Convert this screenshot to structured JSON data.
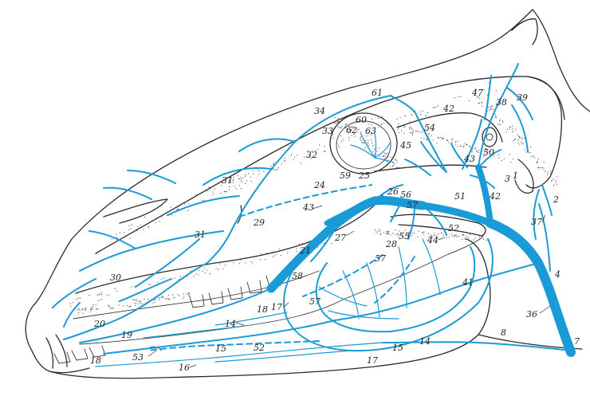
{
  "figure": {
    "vessel_color": "#1a9ad6",
    "outline_color": "#2a2a2a",
    "labels": [
      {
        "id": "l1",
        "text": "1"
      },
      {
        "id": "l2",
        "text": "2"
      },
      {
        "id": "l3",
        "text": "3"
      },
      {
        "id": "l4",
        "text": "4"
      },
      {
        "id": "l7",
        "text": "7"
      },
      {
        "id": "l8",
        "text": "8"
      },
      {
        "id": "l14a",
        "text": "14"
      },
      {
        "id": "l14b",
        "text": "14"
      },
      {
        "id": "l15a",
        "text": "15"
      },
      {
        "id": "l15b",
        "text": "15"
      },
      {
        "id": "l16",
        "text": "16"
      },
      {
        "id": "l17a",
        "text": "17"
      },
      {
        "id": "l17b",
        "text": "17"
      },
      {
        "id": "l18a",
        "text": "18"
      },
      {
        "id": "l18b",
        "text": "18"
      },
      {
        "id": "l19",
        "text": "19"
      },
      {
        "id": "l20",
        "text": "20"
      },
      {
        "id": "l21",
        "text": "21"
      },
      {
        "id": "l24",
        "text": "24"
      },
      {
        "id": "l25",
        "text": "25"
      },
      {
        "id": "l26",
        "text": "26"
      },
      {
        "id": "l27",
        "text": "27"
      },
      {
        "id": "l28",
        "text": "28"
      },
      {
        "id": "l29",
        "text": "29"
      },
      {
        "id": "l30",
        "text": "30"
      },
      {
        "id": "l31a",
        "text": "31"
      },
      {
        "id": "l31b",
        "text": "31"
      },
      {
        "id": "l32",
        "text": "32"
      },
      {
        "id": "l33",
        "text": "33"
      },
      {
        "id": "l34",
        "text": "34"
      },
      {
        "id": "l36",
        "text": "36"
      },
      {
        "id": "l37",
        "text": "37"
      },
      {
        "id": "l38",
        "text": "38"
      },
      {
        "id": "l39",
        "text": "39"
      },
      {
        "id": "l41",
        "text": "41"
      },
      {
        "id": "l42a",
        "text": "42"
      },
      {
        "id": "l42b",
        "text": "42"
      },
      {
        "id": "l43a",
        "text": "43"
      },
      {
        "id": "l43b",
        "text": "43"
      },
      {
        "id": "l44",
        "text": "44"
      },
      {
        "id": "l45",
        "text": "45"
      },
      {
        "id": "l47",
        "text": "47"
      },
      {
        "id": "l50",
        "text": "50"
      },
      {
        "id": "l51",
        "text": "51"
      },
      {
        "id": "l52a",
        "text": "52"
      },
      {
        "id": "l52b",
        "text": "52"
      },
      {
        "id": "l53",
        "text": "53"
      },
      {
        "id": "l54",
        "text": "54"
      },
      {
        "id": "l55",
        "text": "55"
      },
      {
        "id": "l56",
        "text": "56"
      },
      {
        "id": "l57a",
        "text": "57"
      },
      {
        "id": "l57b",
        "text": "57"
      },
      {
        "id": "l57c",
        "text": "57"
      },
      {
        "id": "l58",
        "text": "58"
      },
      {
        "id": "l59",
        "text": "59"
      },
      {
        "id": "l60",
        "text": "60"
      },
      {
        "id": "l61",
        "text": "61"
      },
      {
        "id": "l62",
        "text": "62"
      },
      {
        "id": "l63",
        "text": "63"
      }
    ]
  }
}
